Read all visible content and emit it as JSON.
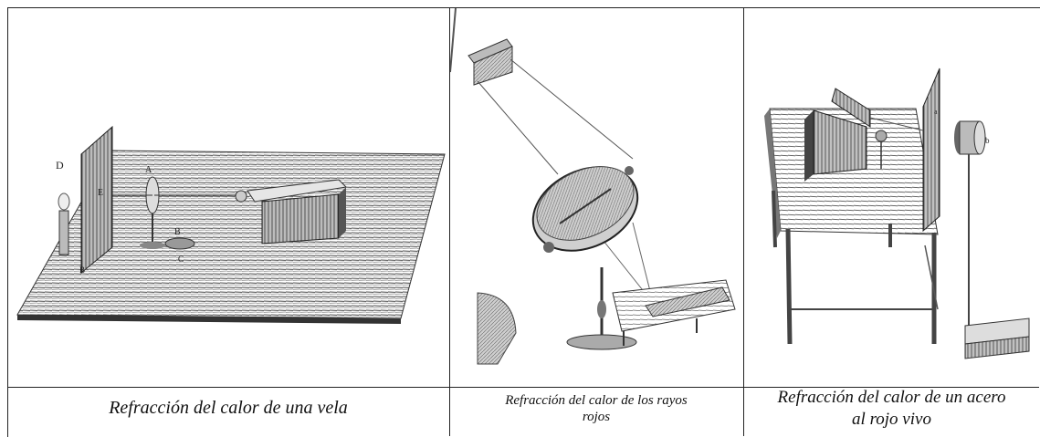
{
  "figures": [
    {
      "caption": "Refracción del calor de una vela",
      "icon": "candle-lens-experiment-engraving"
    },
    {
      "caption_line1": "Refracción del calor de los rayos",
      "caption_line2": "rojos",
      "icon": "mirror-red-rays-experiment-engraving"
    },
    {
      "caption_line1": "Refracción del calor de un acero",
      "caption_line2": "al rojo vivo",
      "icon": "red-hot-steel-experiment-engraving"
    }
  ],
  "labels": {
    "fig1": [
      "D",
      "E",
      "A",
      "B",
      "C",
      "B"
    ],
    "fig3": [
      "a",
      "b"
    ]
  }
}
